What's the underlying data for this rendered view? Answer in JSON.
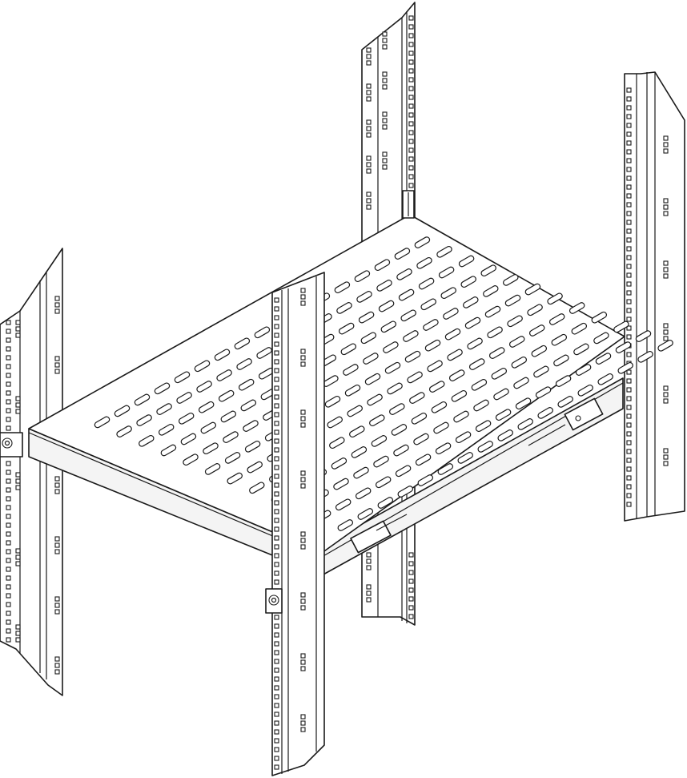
{
  "figure": {
    "subject": "rack-mount-cantilever-shelf",
    "line_color": "#1a1a1a",
    "background_color": "#ffffff",
    "shelf_slots": {
      "rows": 17,
      "columns": 12
    }
  }
}
